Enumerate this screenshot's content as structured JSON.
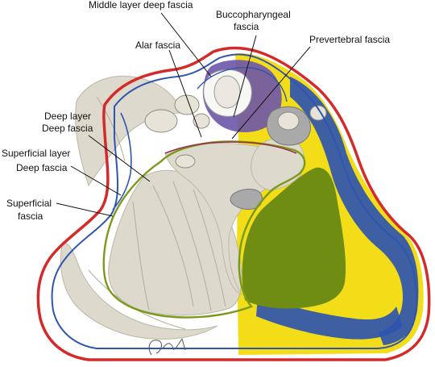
{
  "figure": {
    "labels": {
      "middle_layer": "Middle layer deep fascia",
      "buccopharyngeal_1": "Buccopharyngeal",
      "buccopharyngeal_2": "fascia",
      "alar": "Alar fascia",
      "prevertebral": "Prevertebral fascia",
      "deep_layer_1": "Deep layer",
      "deep_layer_2": "Deep fascia",
      "superficial_layer_1": "Superficial layer",
      "superficial_layer_2": "Deep fascia",
      "superficial_fascia_1": "Superficial",
      "superficial_fascia_2": "fascia"
    },
    "colors": {
      "superficial_fascia": "#d42a2a",
      "superficial_layer_deep_fascia": "#2f55b0",
      "deep_layer_deep_fascia": "#7a9a1c",
      "muscle_fill": "#ddd9cc",
      "fat_yellow": "#f2dd18",
      "muscle_green": "#6f8d12",
      "visceral_purple": "#6c55a8",
      "bone_gray": "#a9a9a9"
    }
  }
}
